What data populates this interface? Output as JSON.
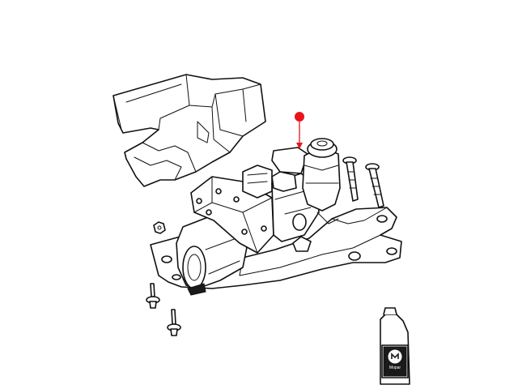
{
  "diagram": {
    "callout": {
      "color": "#e8141c"
    },
    "fluid_bottle": {
      "logo_text": "Mopar"
    },
    "parts": [
      {
        "id": "upper-shroud",
        "icon": "shroud-bracket"
      },
      {
        "id": "pump-motor-assembly",
        "icon": "power-steering-pump"
      },
      {
        "id": "fluid-reservoir",
        "icon": "reservoir"
      },
      {
        "id": "mounting-bracket",
        "icon": "bracket"
      },
      {
        "id": "bolt-long-1",
        "icon": "bolt"
      },
      {
        "id": "bolt-long-2",
        "icon": "bolt"
      },
      {
        "id": "stud-1",
        "icon": "stud"
      },
      {
        "id": "stud-2",
        "icon": "stud"
      },
      {
        "id": "nut",
        "icon": "nut"
      },
      {
        "id": "fluid-bottle",
        "icon": "oil-bottle"
      }
    ]
  }
}
